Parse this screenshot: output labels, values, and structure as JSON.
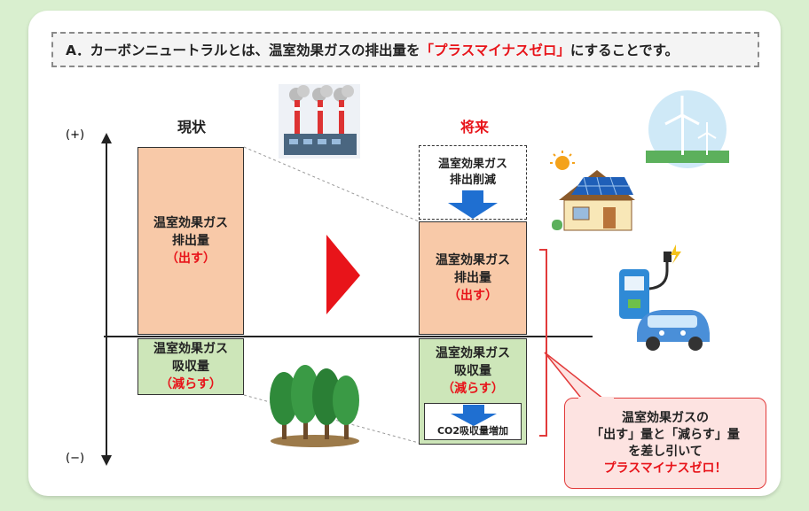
{
  "title": {
    "prefix": "A．カーボンニュートラルとは、温室効果ガスの排出量を",
    "highlight": "「プラスマイナスゼロ」",
    "suffix": "にすることです。"
  },
  "axis": {
    "plus": "(+)",
    "minus": "(−)"
  },
  "current": {
    "heading": "現状",
    "emission": {
      "line1": "温室効果ガス",
      "line2": "排出量",
      "line3": "（出す）"
    },
    "absorption": {
      "line1": "温室効果ガス",
      "line2": "吸収量",
      "line3": "（減らす）"
    }
  },
  "future": {
    "heading": "将来",
    "reduction": {
      "line1": "温室効果ガス",
      "line2": "排出削減"
    },
    "emission": {
      "line1": "温室効果ガス",
      "line2": "排出量",
      "line3": "（出す）"
    },
    "absorption": {
      "line1": "温室効果ガス",
      "line2": "吸収量",
      "line3": "（減らす）"
    },
    "co2_increase": "CO2吸収量増加"
  },
  "callout": {
    "line1": "温室効果ガスの",
    "line2": "「出す」量と「減らす」量",
    "line3": "を差し引いて",
    "line4": "プラスマイナスゼロ！"
  },
  "colors": {
    "accent_red": "#e8141a",
    "emission_fill": "#f8c9a8",
    "absorption_fill": "#cde6b9",
    "arrow_blue": "#1f6fd1",
    "background": "#d9efcf"
  }
}
